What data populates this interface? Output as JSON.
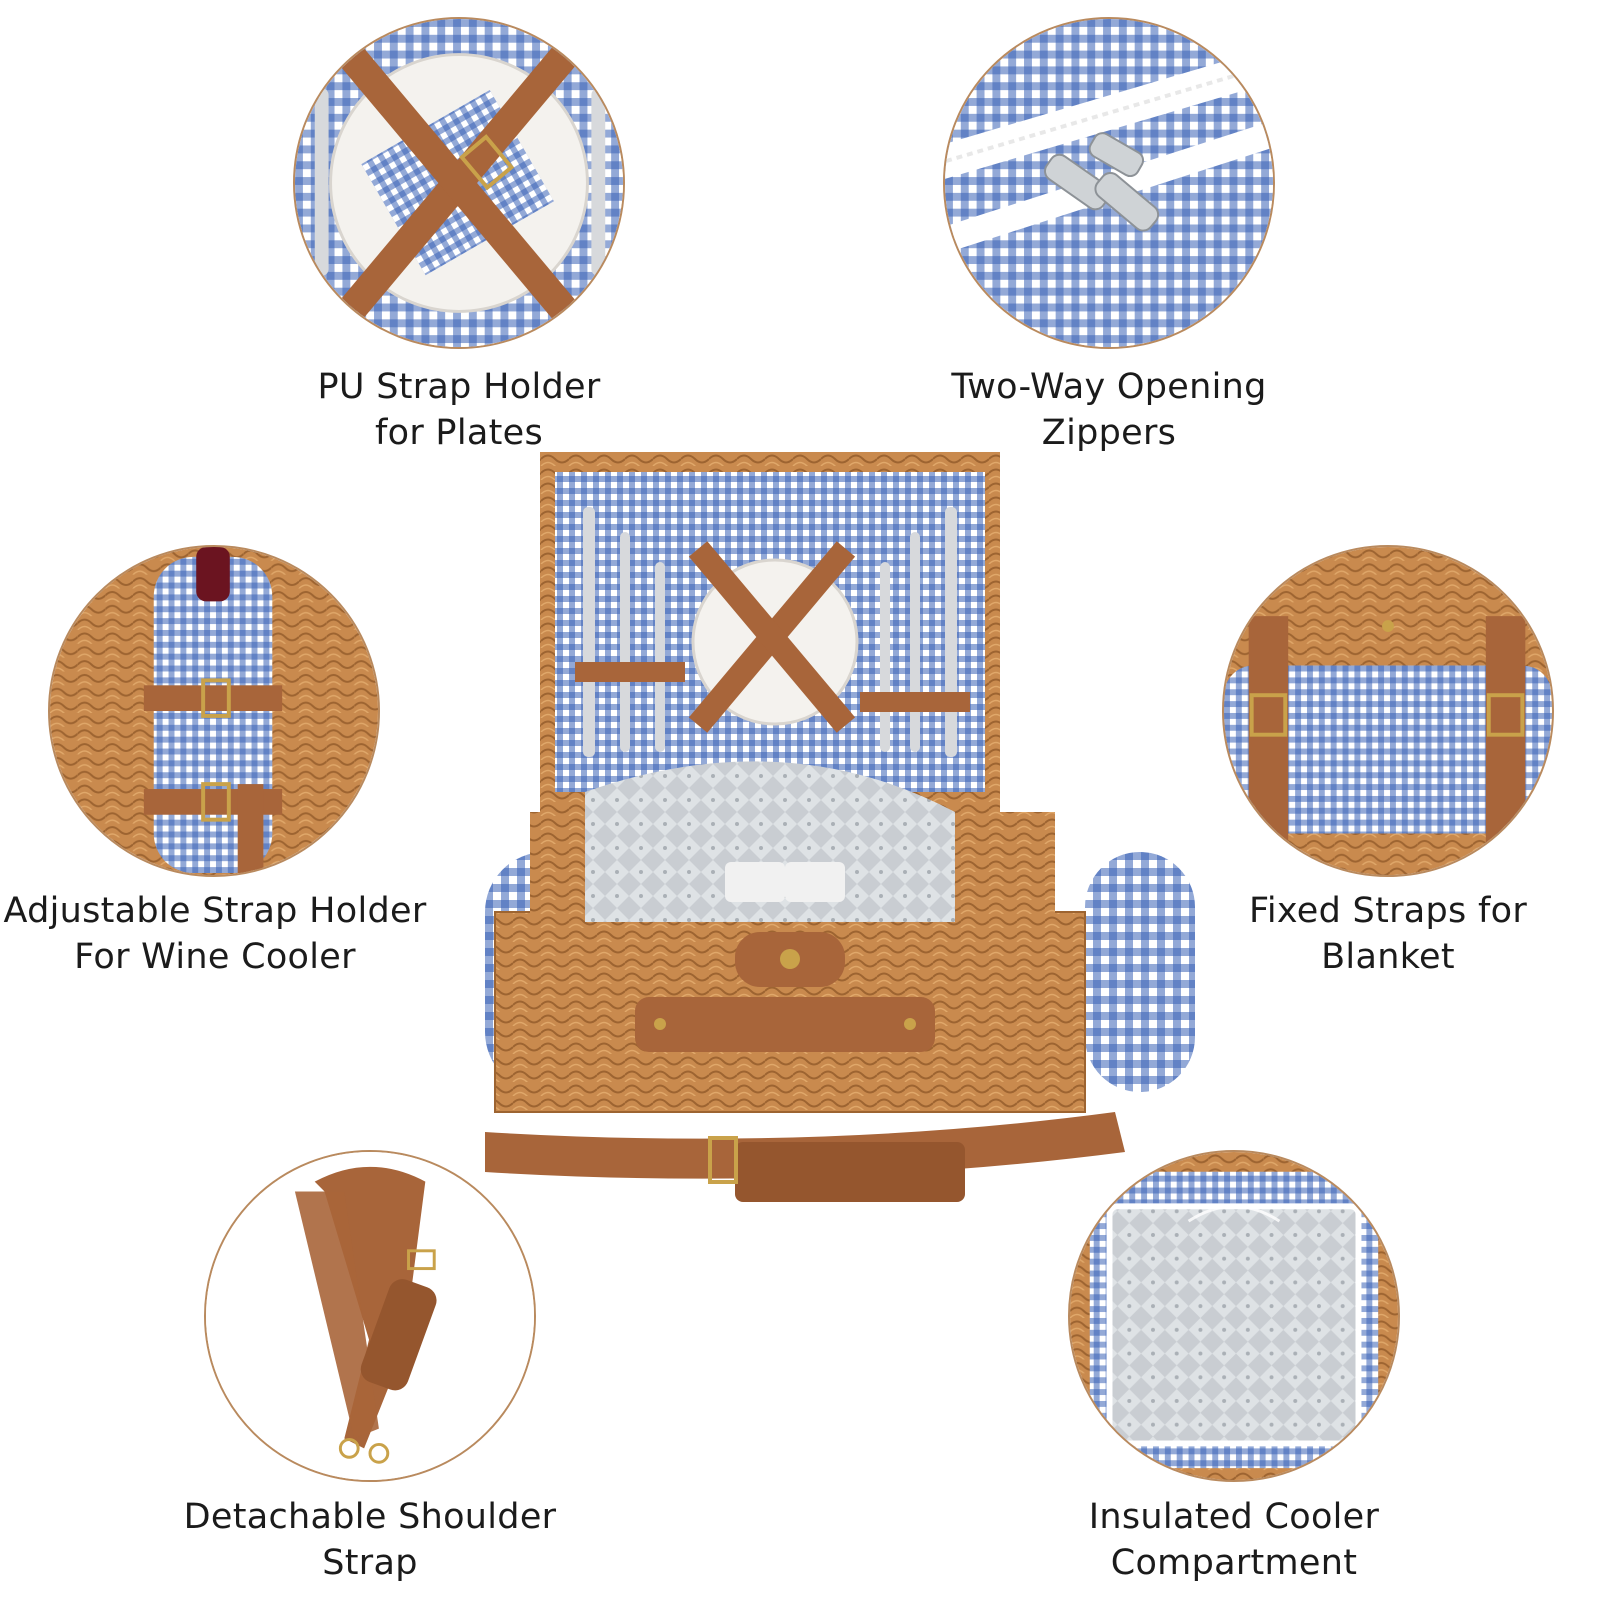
{
  "colors": {
    "accent_border": "#b98a5e",
    "gingham_blue": "#3a63b6",
    "leather_brown": "#a8653a",
    "wicker": "#c98a4e",
    "text": "#1b1b1b"
  },
  "features": [
    {
      "id": "plates",
      "line1": "PU Strap Holder",
      "line2": "for Plates"
    },
    {
      "id": "zippers",
      "line1": "Two-Way Opening",
      "line2": "Zippers"
    },
    {
      "id": "wine",
      "line1": "Adjustable Strap Holder",
      "line2": "For Wine Cooler"
    },
    {
      "id": "blanket",
      "line1": "Fixed Straps for",
      "line2": "Blanket"
    },
    {
      "id": "shoulder",
      "line1": "Detachable Shoulder",
      "line2": "Strap"
    },
    {
      "id": "cooler",
      "line1": "Insulated Cooler",
      "line2": "Compartment"
    }
  ]
}
